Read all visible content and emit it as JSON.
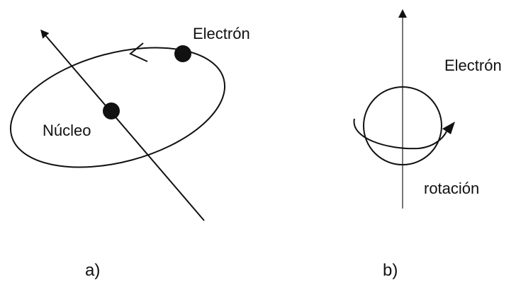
{
  "panel_a": {
    "electron_label": "Electrón",
    "nucleus_label": "Núcleo",
    "caption": "a)"
  },
  "panel_b": {
    "electron_label": "Electrón",
    "rotation_label": "rotación",
    "caption": "b)"
  },
  "colors": {
    "ink": "#111111",
    "axis_b": "#777777",
    "background": "#ffffff"
  }
}
